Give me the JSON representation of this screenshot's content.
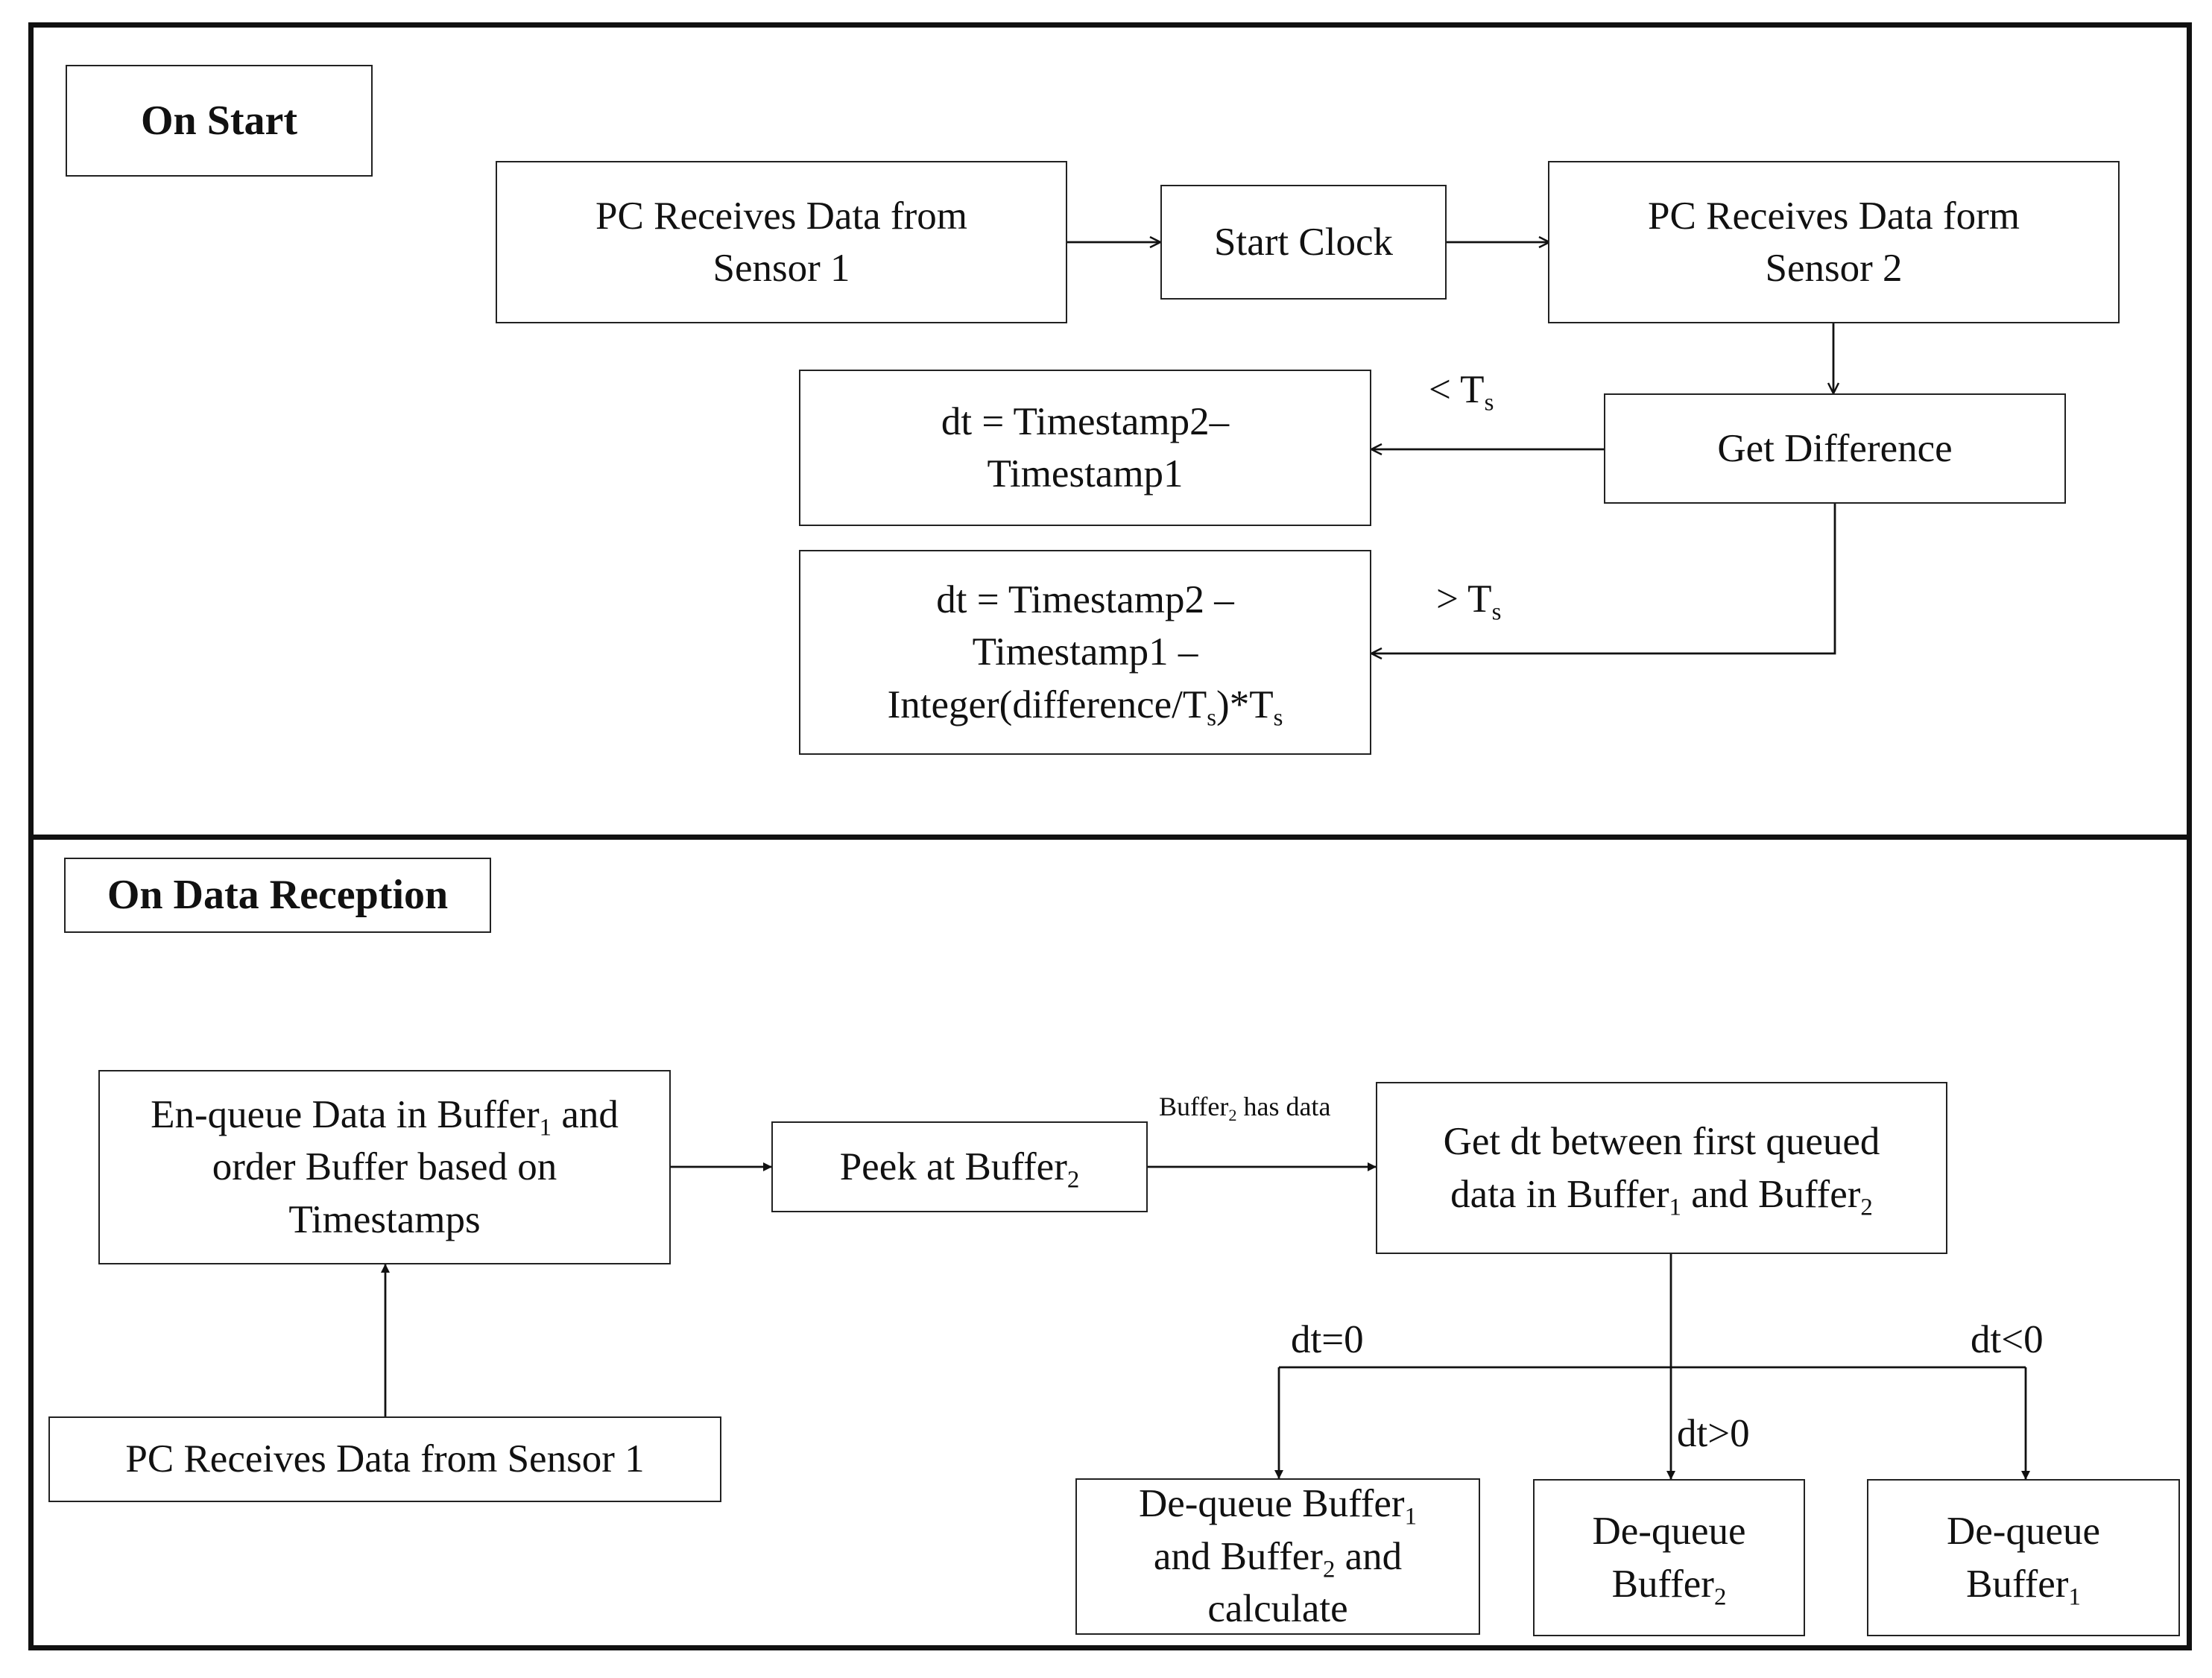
{
  "sections": {
    "start_title": "On Start",
    "reception_title": "On Data Reception"
  },
  "on_start": {
    "pc_sensor1": [
      "PC Receives Data from",
      "Sensor 1"
    ],
    "start_clock": "Start Clock",
    "pc_sensor2": [
      "PC Receives Data form",
      "Sensor 2"
    ],
    "get_difference": "Get Difference",
    "dt_simple": [
      "dt = Timestamp2–",
      "Timestamp1"
    ],
    "dt_complex": {
      "line1": "dt = Timestamp2 –",
      "line2": "Timestamp1 –",
      "line3_a": "Integer(difference/T",
      "line3_sub1": "s",
      "line3_b": ")*T",
      "line3_sub2": "s"
    },
    "label_less": {
      "text": "< T",
      "sub": "s"
    },
    "label_greater": {
      "text": "> T",
      "sub": "s"
    }
  },
  "on_reception": {
    "enqueue": {
      "line1_a": "En-queue Data in Buffer",
      "line1_sub": "1",
      "line1_b": " and",
      "line2": "order Buffer based on",
      "line3": "Timestamps"
    },
    "peek": {
      "a": "Peek at Buffer",
      "sub": "2"
    },
    "buffer_has_data": {
      "a": "Buffer",
      "sub": "2",
      "b": " has data"
    },
    "get_dt": {
      "line1": "Get dt between first queued",
      "line2_a": "data in Buffer",
      "line2_sub1": "1",
      "line2_b": " and Buffer",
      "line2_sub2": "2"
    },
    "pc_sensor1": "PC Receives Data from Sensor 1",
    "branch_eq": "dt=0",
    "branch_gt": "dt>0",
    "branch_lt": "dt<0",
    "dequeue_both": {
      "line1_a": "De-queue Buffer",
      "line1_sub": "1",
      "line2_a": "and Buffer",
      "line2_sub": "2",
      "line2_b": " and",
      "line3": "calculate"
    },
    "dequeue_b2": {
      "line1": "De-queue",
      "line2_a": "Buffer",
      "line2_sub": "2"
    },
    "dequeue_b1": {
      "line1": "De-queue",
      "line2_a": "Buffer",
      "line2_sub": "1"
    }
  }
}
